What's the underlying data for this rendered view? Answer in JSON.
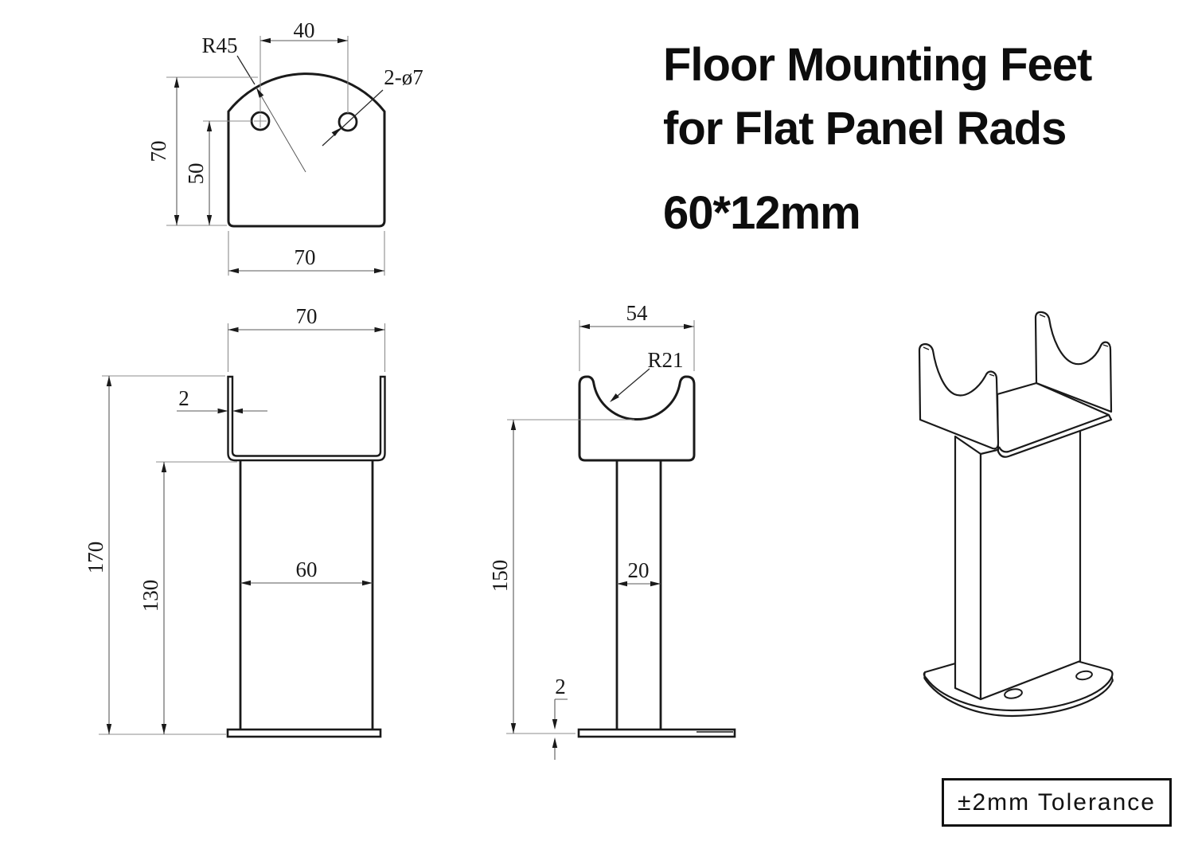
{
  "title": {
    "line1": "Floor Mounting Feet",
    "line2": "for Flat Panel Rads",
    "line3": "60*12mm"
  },
  "tolerance_box": {
    "text": "±2mm Tolerance"
  },
  "views": {
    "top": {
      "label": "top-view-of-base-plate",
      "dims": {
        "hole_spacing": "40",
        "corner_radius": "R45",
        "holes": "2-ø7",
        "overall_height": "70",
        "hole_offset": "50",
        "overall_width": "70"
      }
    },
    "front": {
      "label": "front-elevation",
      "dims": {
        "top_width": "70",
        "wall_thickness": "2",
        "total_height": "170",
        "column_height": "130",
        "column_width": "60"
      }
    },
    "side": {
      "label": "side-elevation",
      "dims": {
        "saddle_width": "54",
        "saddle_radius": "R21",
        "height": "150",
        "column_depth": "20",
        "base_thickness": "2"
      }
    },
    "iso": {
      "label": "isometric-view"
    }
  },
  "colors": {
    "line": "#1a1a1a",
    "dim_line": "#5a5a5a",
    "ext_line": "#8c8c8c",
    "text": "#1a1a1a"
  }
}
